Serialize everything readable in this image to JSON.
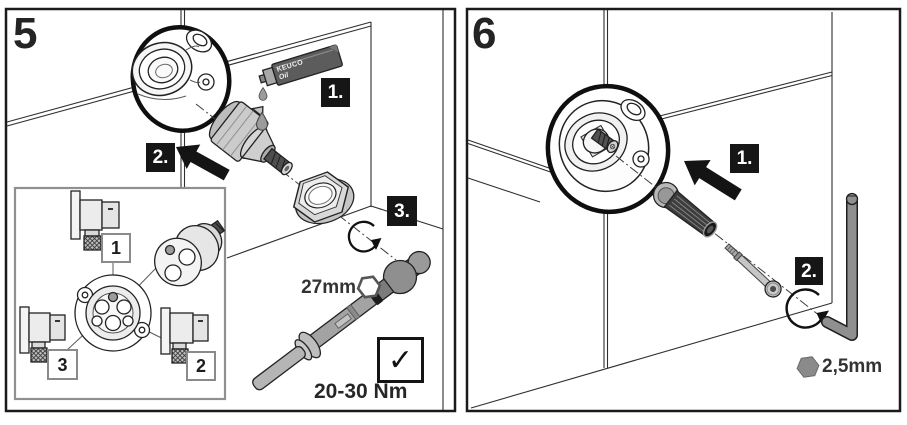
{
  "panels": {
    "left": {
      "number": "5",
      "step1": "1.",
      "step2": "2.",
      "step3": "3.",
      "tube_brand": "KEUCO",
      "tube_label": "Oil",
      "wrench_size": "27mm",
      "torque_value": "20-30 Nm",
      "inset": {
        "port1": "1",
        "port2": "2",
        "port3": "3"
      }
    },
    "right": {
      "number": "6",
      "step1": "1.",
      "step2": "2.",
      "hex_size": "2,5mm"
    }
  },
  "icons": {
    "checkmark": "✓"
  },
  "colors": {
    "label_bg": "#161616",
    "label_text": "#ffffff",
    "line_art": "#2f2f2f",
    "inset_border": "#8a8a8a",
    "part_gray": "#c9c9c9",
    "dark_gray": "#4e4e4e"
  }
}
